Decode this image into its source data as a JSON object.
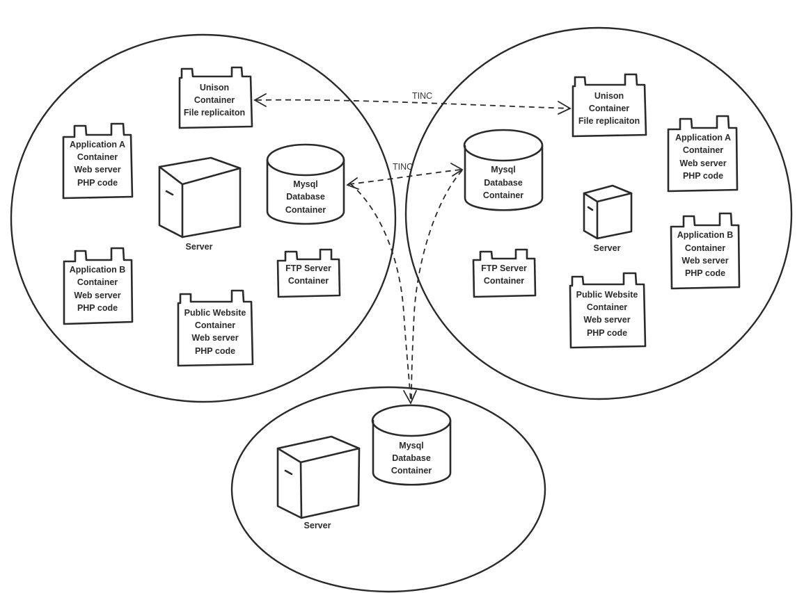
{
  "colors": {
    "stroke": "#2a2a2a",
    "background": "#ffffff",
    "text": "#2b2b2b"
  },
  "links": {
    "unison_link_label": "TINC",
    "mysql_link_label": "TINC"
  },
  "host_left": {
    "unison": [
      "Unison",
      "Container",
      "File replicaiton"
    ],
    "app_a": [
      "Application A",
      "Container",
      "Web server",
      "PHP code"
    ],
    "app_b": [
      "Application B",
      "Container",
      "Web server",
      "PHP code"
    ],
    "public_site": [
      "Public Website",
      "Container",
      "Web server",
      "PHP code"
    ],
    "mysql": [
      "Mysql",
      "Database",
      "Container"
    ],
    "ftp": [
      "FTP Server",
      "Container"
    ],
    "server_label": "Server"
  },
  "host_right": {
    "unison": [
      "Unison",
      "Container",
      "File replicaiton"
    ],
    "app_a": [
      "Application A",
      "Container",
      "Web server",
      "PHP code"
    ],
    "app_b": [
      "Application B",
      "Container",
      "Web server",
      "PHP code"
    ],
    "public_site": [
      "Public Website",
      "Container",
      "Web server",
      "PHP code"
    ],
    "mysql": [
      "Mysql",
      "Database",
      "Container"
    ],
    "ftp": [
      "FTP Server",
      "Container"
    ],
    "server_label": "Server"
  },
  "host_bottom": {
    "mysql": [
      "Mysql",
      "Database",
      "Container"
    ],
    "server_label": "Server"
  }
}
